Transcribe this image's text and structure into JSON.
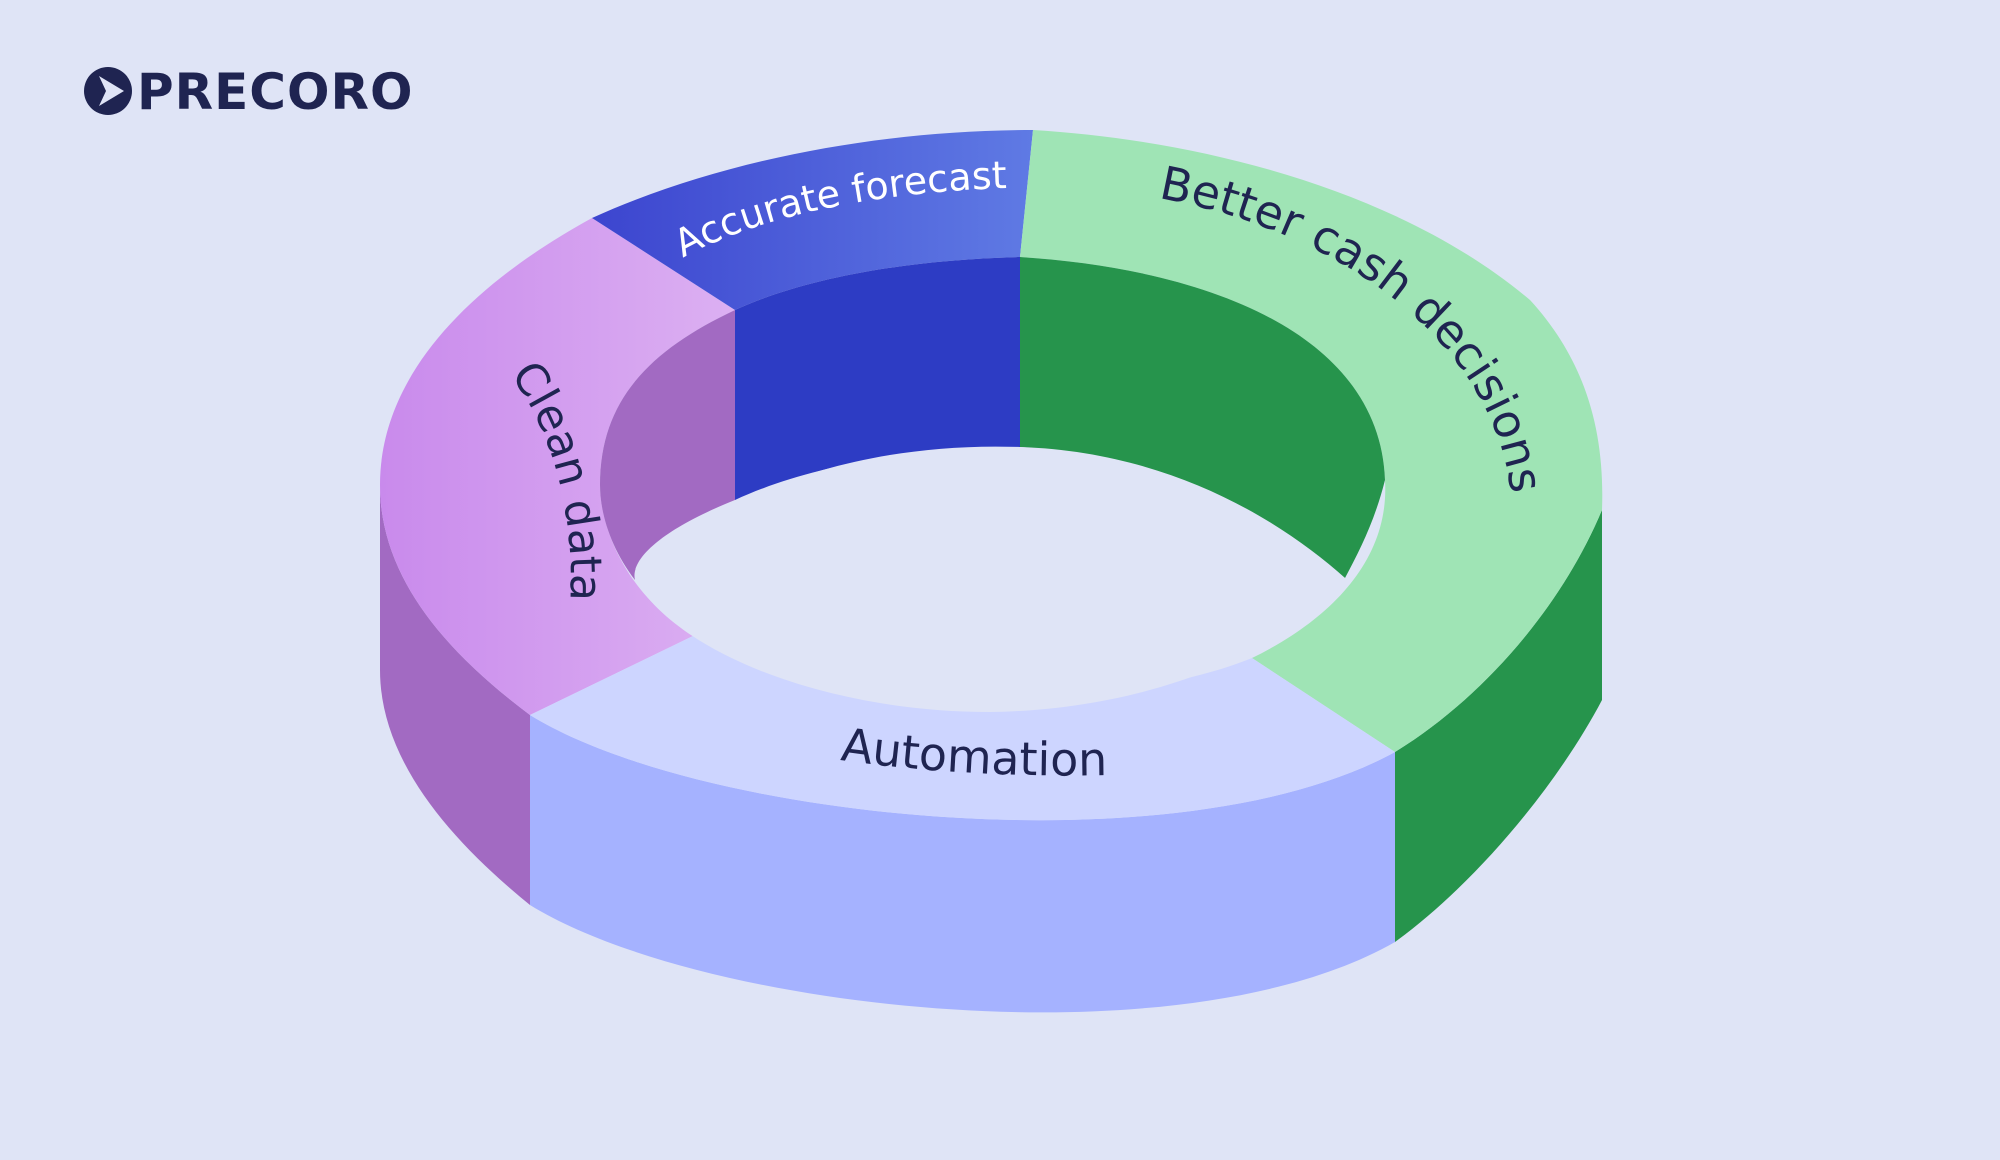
{
  "brand": {
    "name": "PRECORO",
    "icon": "play-arrow-logo-icon",
    "color": "#1f2451"
  },
  "colors": {
    "background": "#dfe4f6",
    "label_dark": "#1f2451",
    "label_light": "#ffffff"
  },
  "diagram": {
    "type": "3d-ring",
    "segments": [
      {
        "id": "clean-data",
        "label": "Clean data",
        "top_light": "#d4a6f0",
        "top_dark": "#c98aec",
        "inner": "#a26ac2",
        "outer": "#a26ac2"
      },
      {
        "id": "accurate-forecasts",
        "label": "Accurate forecasts",
        "top_light": "#5d78e4",
        "top_dark": "#3c45cf",
        "inner": "#2d3cc4"
      },
      {
        "id": "better-cash-decisions",
        "label": "Better cash decisions",
        "top_light": "#a2e5b8",
        "top_dark": "#9fe4b5",
        "inner": "#26944c",
        "outer": "#26944c"
      },
      {
        "id": "automation",
        "label": "Automation",
        "top_light": "#cdd5ff",
        "top_dark": "#cdd5ff",
        "outer": "#a5b2ff"
      }
    ]
  }
}
